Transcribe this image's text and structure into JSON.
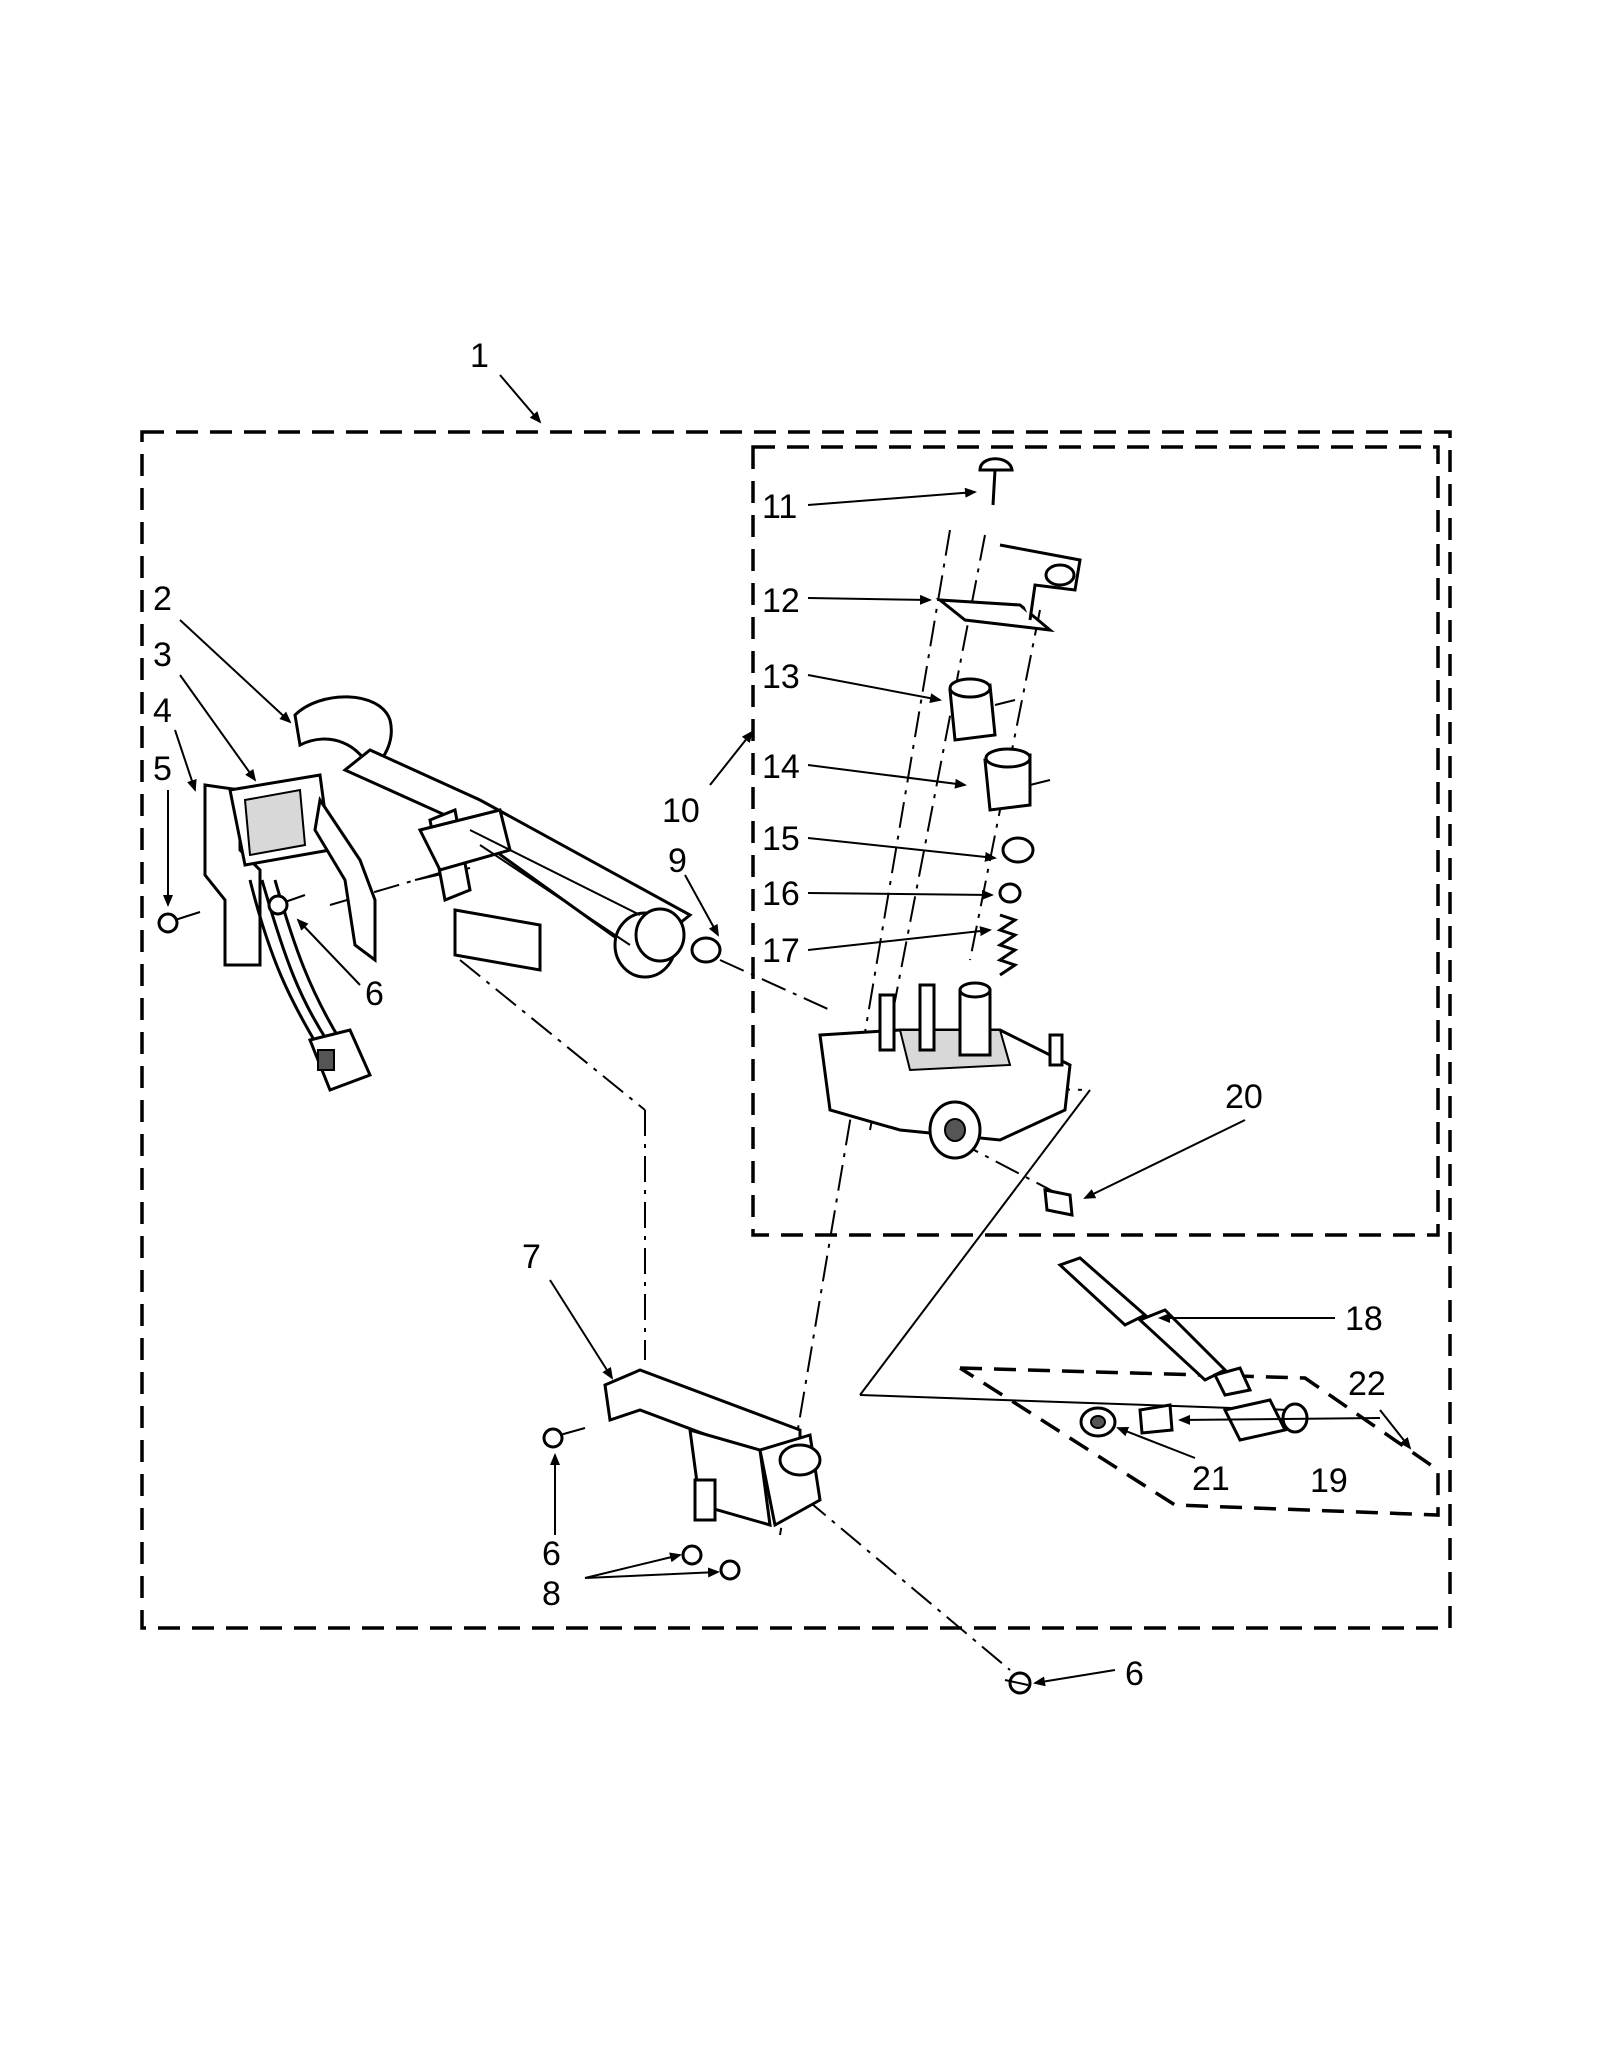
{
  "diagram": {
    "callouts": {
      "c1": "1",
      "c2": "2",
      "c3": "3",
      "c4": "4",
      "c5": "5",
      "c6a": "6",
      "c6b": "6",
      "c6c": "6",
      "c7": "7",
      "c8": "8",
      "c9": "9",
      "c10": "10",
      "c11": "11",
      "c12": "12",
      "c13": "13",
      "c14": "14",
      "c15": "15",
      "c16": "16",
      "c17": "17",
      "c18": "18",
      "c19": "19",
      "c20": "20",
      "c21": "21",
      "c22": "22"
    }
  }
}
